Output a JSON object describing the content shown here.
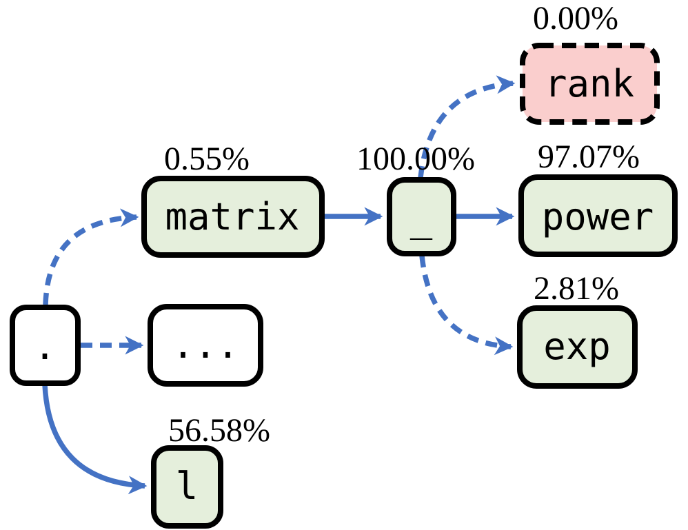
{
  "diagram": {
    "description": "Token probability tree",
    "colors": {
      "arrow": "#4472C4",
      "green_fill": "#E5EFDC",
      "pink_fill": "#FACECD",
      "white_fill": "#FFFFFF",
      "border": "#000000"
    },
    "nodes": {
      "dot": {
        "label": ".",
        "probability": "",
        "fill": "#FFFFFF",
        "border_style": "solid"
      },
      "matrix": {
        "label": "matrix",
        "probability": "0.55%",
        "fill": "#E5EFDC",
        "border_style": "solid"
      },
      "ellipsis": {
        "label": "...",
        "probability": "",
        "fill": "#FFFFFF",
        "border_style": "solid"
      },
      "l": {
        "label": "l",
        "probability": "56.58%",
        "fill": "#E5EFDC",
        "border_style": "solid"
      },
      "underscore": {
        "label": "_",
        "probability": "100.00%",
        "fill": "#E5EFDC",
        "border_style": "solid"
      },
      "rank": {
        "label": "rank",
        "probability": "0.00%",
        "fill": "#FACECD",
        "border_style": "dashed"
      },
      "power": {
        "label": "power",
        "probability": "97.07%",
        "fill": "#E5EFDC",
        "border_style": "solid"
      },
      "exp": {
        "label": "exp",
        "probability": "2.81%",
        "fill": "#E5EFDC",
        "border_style": "solid"
      }
    },
    "edges": [
      {
        "from": ".",
        "to": "matrix",
        "style": "dashed"
      },
      {
        "from": ".",
        "to": "...",
        "style": "dashed"
      },
      {
        "from": ".",
        "to": "l",
        "style": "solid"
      },
      {
        "from": "matrix",
        "to": "_",
        "style": "solid"
      },
      {
        "from": "_",
        "to": "rank",
        "style": "dashed"
      },
      {
        "from": "_",
        "to": "power",
        "style": "solid"
      },
      {
        "from": "_",
        "to": "exp",
        "style": "dashed"
      }
    ]
  }
}
